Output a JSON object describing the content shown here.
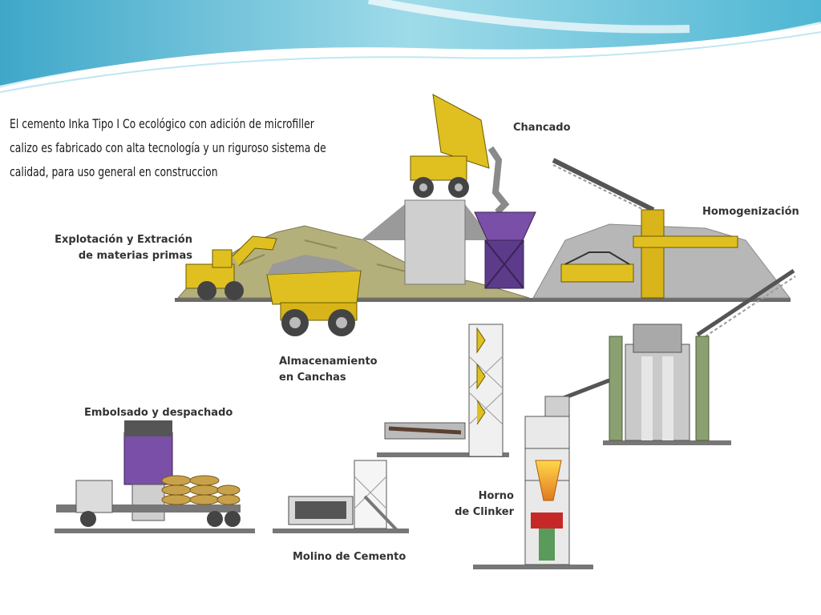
{
  "slide": {
    "intro_lines": [
      "El cemento Inka Tipo I Co ecológico con adición de microfiller",
      "calizo es fabricado con alta tecnología y un riguroso sistema de",
      "calidad, para uso general en construccion"
    ]
  },
  "stages": {
    "chancado": "Chancado",
    "homogenizacion": "Homogenización",
    "explotacion": [
      "Explotación y Extración",
      "de materias primas"
    ],
    "almacenamiento": [
      "Almacenamiento",
      "en Canchas"
    ],
    "embolsado": "Embolsado y despachado",
    "horno": [
      "Horno",
      "de Clinker"
    ],
    "molino": "Molino de Cemento"
  },
  "colors": {
    "header_wave": "#7fcde0",
    "earth": "#b4b07c",
    "stockpile": "#b7b7b7",
    "machine_yellow": "#e0c020",
    "hopper_purple": "#7a4fa8",
    "steel": "#9a9a9a"
  }
}
